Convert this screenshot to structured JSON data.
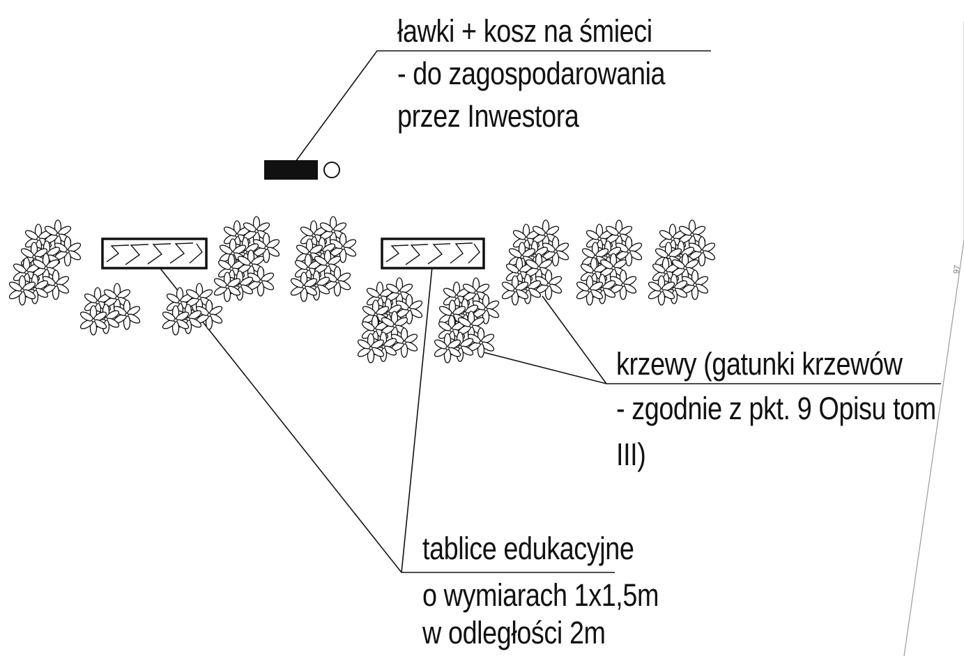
{
  "benches_label": {
    "line1": "ławki + kosz na śmieci",
    "line2": "- do zagospodarowania",
    "line3": "przez Inwestora"
  },
  "shrubs_label": {
    "line1": "krzewy (gatunki krzewów",
    "line2": "- zgodnie z pkt. 9  Opisu tom",
    "line3": "III)"
  },
  "boards_label": {
    "line1": "tablice edukacyjne",
    "line2": "o wymiarach 1x1,5m",
    "line3": "w odległości 2m"
  },
  "edge_marker": "97",
  "colors": {
    "ink": "#111111",
    "paper": "#ffffff",
    "boundary": "#9a9a9a"
  }
}
